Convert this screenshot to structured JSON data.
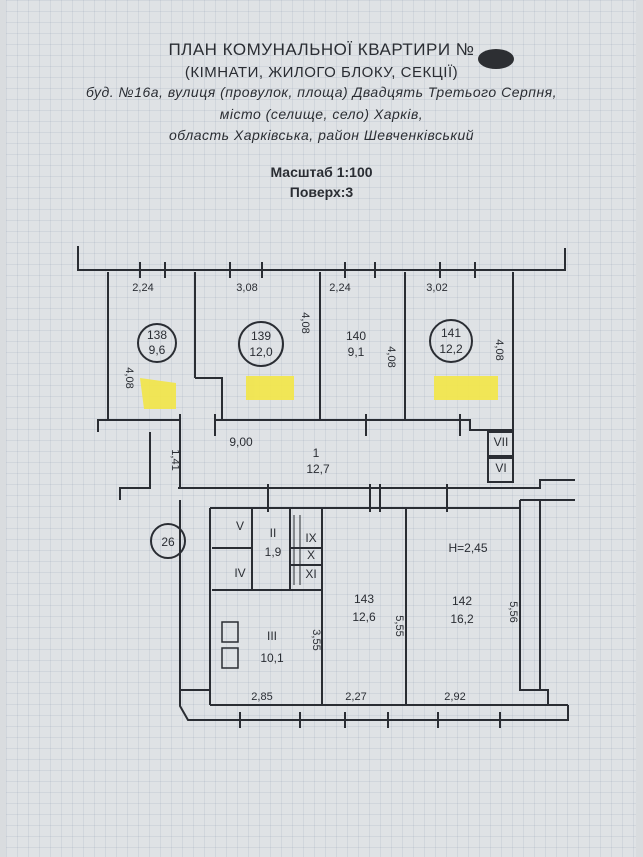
{
  "header": {
    "title": "ПЛАН КОМУНАЛЬНОЇ КВАРТИРИ №",
    "subtitle": "(КІМНАТИ, ЖИЛОГО БЛОКУ, СЕКЦІЇ)",
    "address_line1": "буд. №16а, вулиця (провулок, площа) Двадцять Третього Серпня,",
    "address_line2": "місто (селище, село) Харків,",
    "address_line3": "область Харківська, район Шевченківський"
  },
  "scale": {
    "scale_label": "Масштаб 1:100",
    "floor_label": "Поверх:3"
  },
  "rooms": [
    {
      "number": "138",
      "area": "9,6"
    },
    {
      "number": "139",
      "area": "12,0"
    },
    {
      "number": "140",
      "area": "9,1"
    },
    {
      "number": "141",
      "area": "12,2"
    },
    {
      "number": "143",
      "area": "12,6"
    },
    {
      "number": "142",
      "area": "16,2"
    }
  ],
  "corridor": {
    "number": "1",
    "area": "12,7",
    "length": "9,00"
  },
  "aux_rooms": {
    "ii": {
      "number": "II",
      "area": "1,9"
    },
    "iii": {
      "number": "III",
      "area": "10,1"
    },
    "iv": "IV",
    "v": "V",
    "vi": "VI",
    "vii": "VII",
    "ix": "IX",
    "x": "X",
    "xi": "XI"
  },
  "dimensions": {
    "top_1": "2,24",
    "top_2": "3,08",
    "top_3": "2,24",
    "top_4": "3,02",
    "v_138": "4,08",
    "v_139": "4,08",
    "v_140": "4,08",
    "v_141": "4,08",
    "v_stair": "1,41",
    "v_iii": "3,55",
    "v_143": "5,55",
    "v_142": "5,56",
    "bottom_1": "2,85",
    "bottom_2": "2,27",
    "bottom_3": "2,92",
    "height": "Н=2,45",
    "stair_number": "26"
  },
  "colors": {
    "highlight": "#f2e64a",
    "ink": "#2a2d33"
  }
}
